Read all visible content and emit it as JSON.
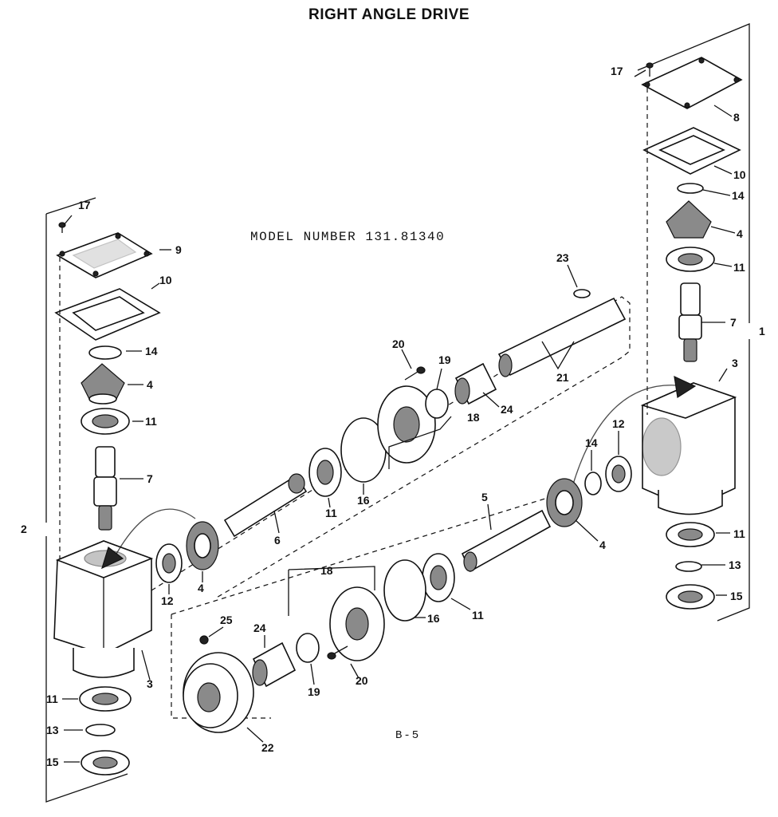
{
  "title": "RIGHT ANGLE DRIVE",
  "model_number": "MODEL NUMBER 131.81340",
  "page_code": "B-5",
  "callouts": {
    "c1": "1",
    "c2": "2",
    "c3a": "3",
    "c3b": "3",
    "c4a": "4",
    "c4b": "4",
    "c4c": "4",
    "c4d": "4",
    "c5": "5",
    "c6": "6",
    "c7a": "7",
    "c7b": "7",
    "c8": "8",
    "c9": "9",
    "c10a": "10",
    "c10b": "10",
    "c11a": "11",
    "c11b": "11",
    "c11c": "11",
    "c11d": "11",
    "c11e": "11",
    "c11f": "11",
    "c12a": "12",
    "c12b": "12",
    "c13a": "13",
    "c13b": "13",
    "c14a": "14",
    "c14b": "14",
    "c14c": "14",
    "c15a": "15",
    "c15b": "15",
    "c16a": "16",
    "c16b": "16",
    "c17a": "17",
    "c17b": "17",
    "c18a": "18",
    "c18b": "18",
    "c19a": "19",
    "c19b": "19",
    "c20a": "20",
    "c20b": "20",
    "c21": "21",
    "c22": "22",
    "c23": "23",
    "c24a": "24",
    "c24b": "24",
    "c25": "25"
  }
}
